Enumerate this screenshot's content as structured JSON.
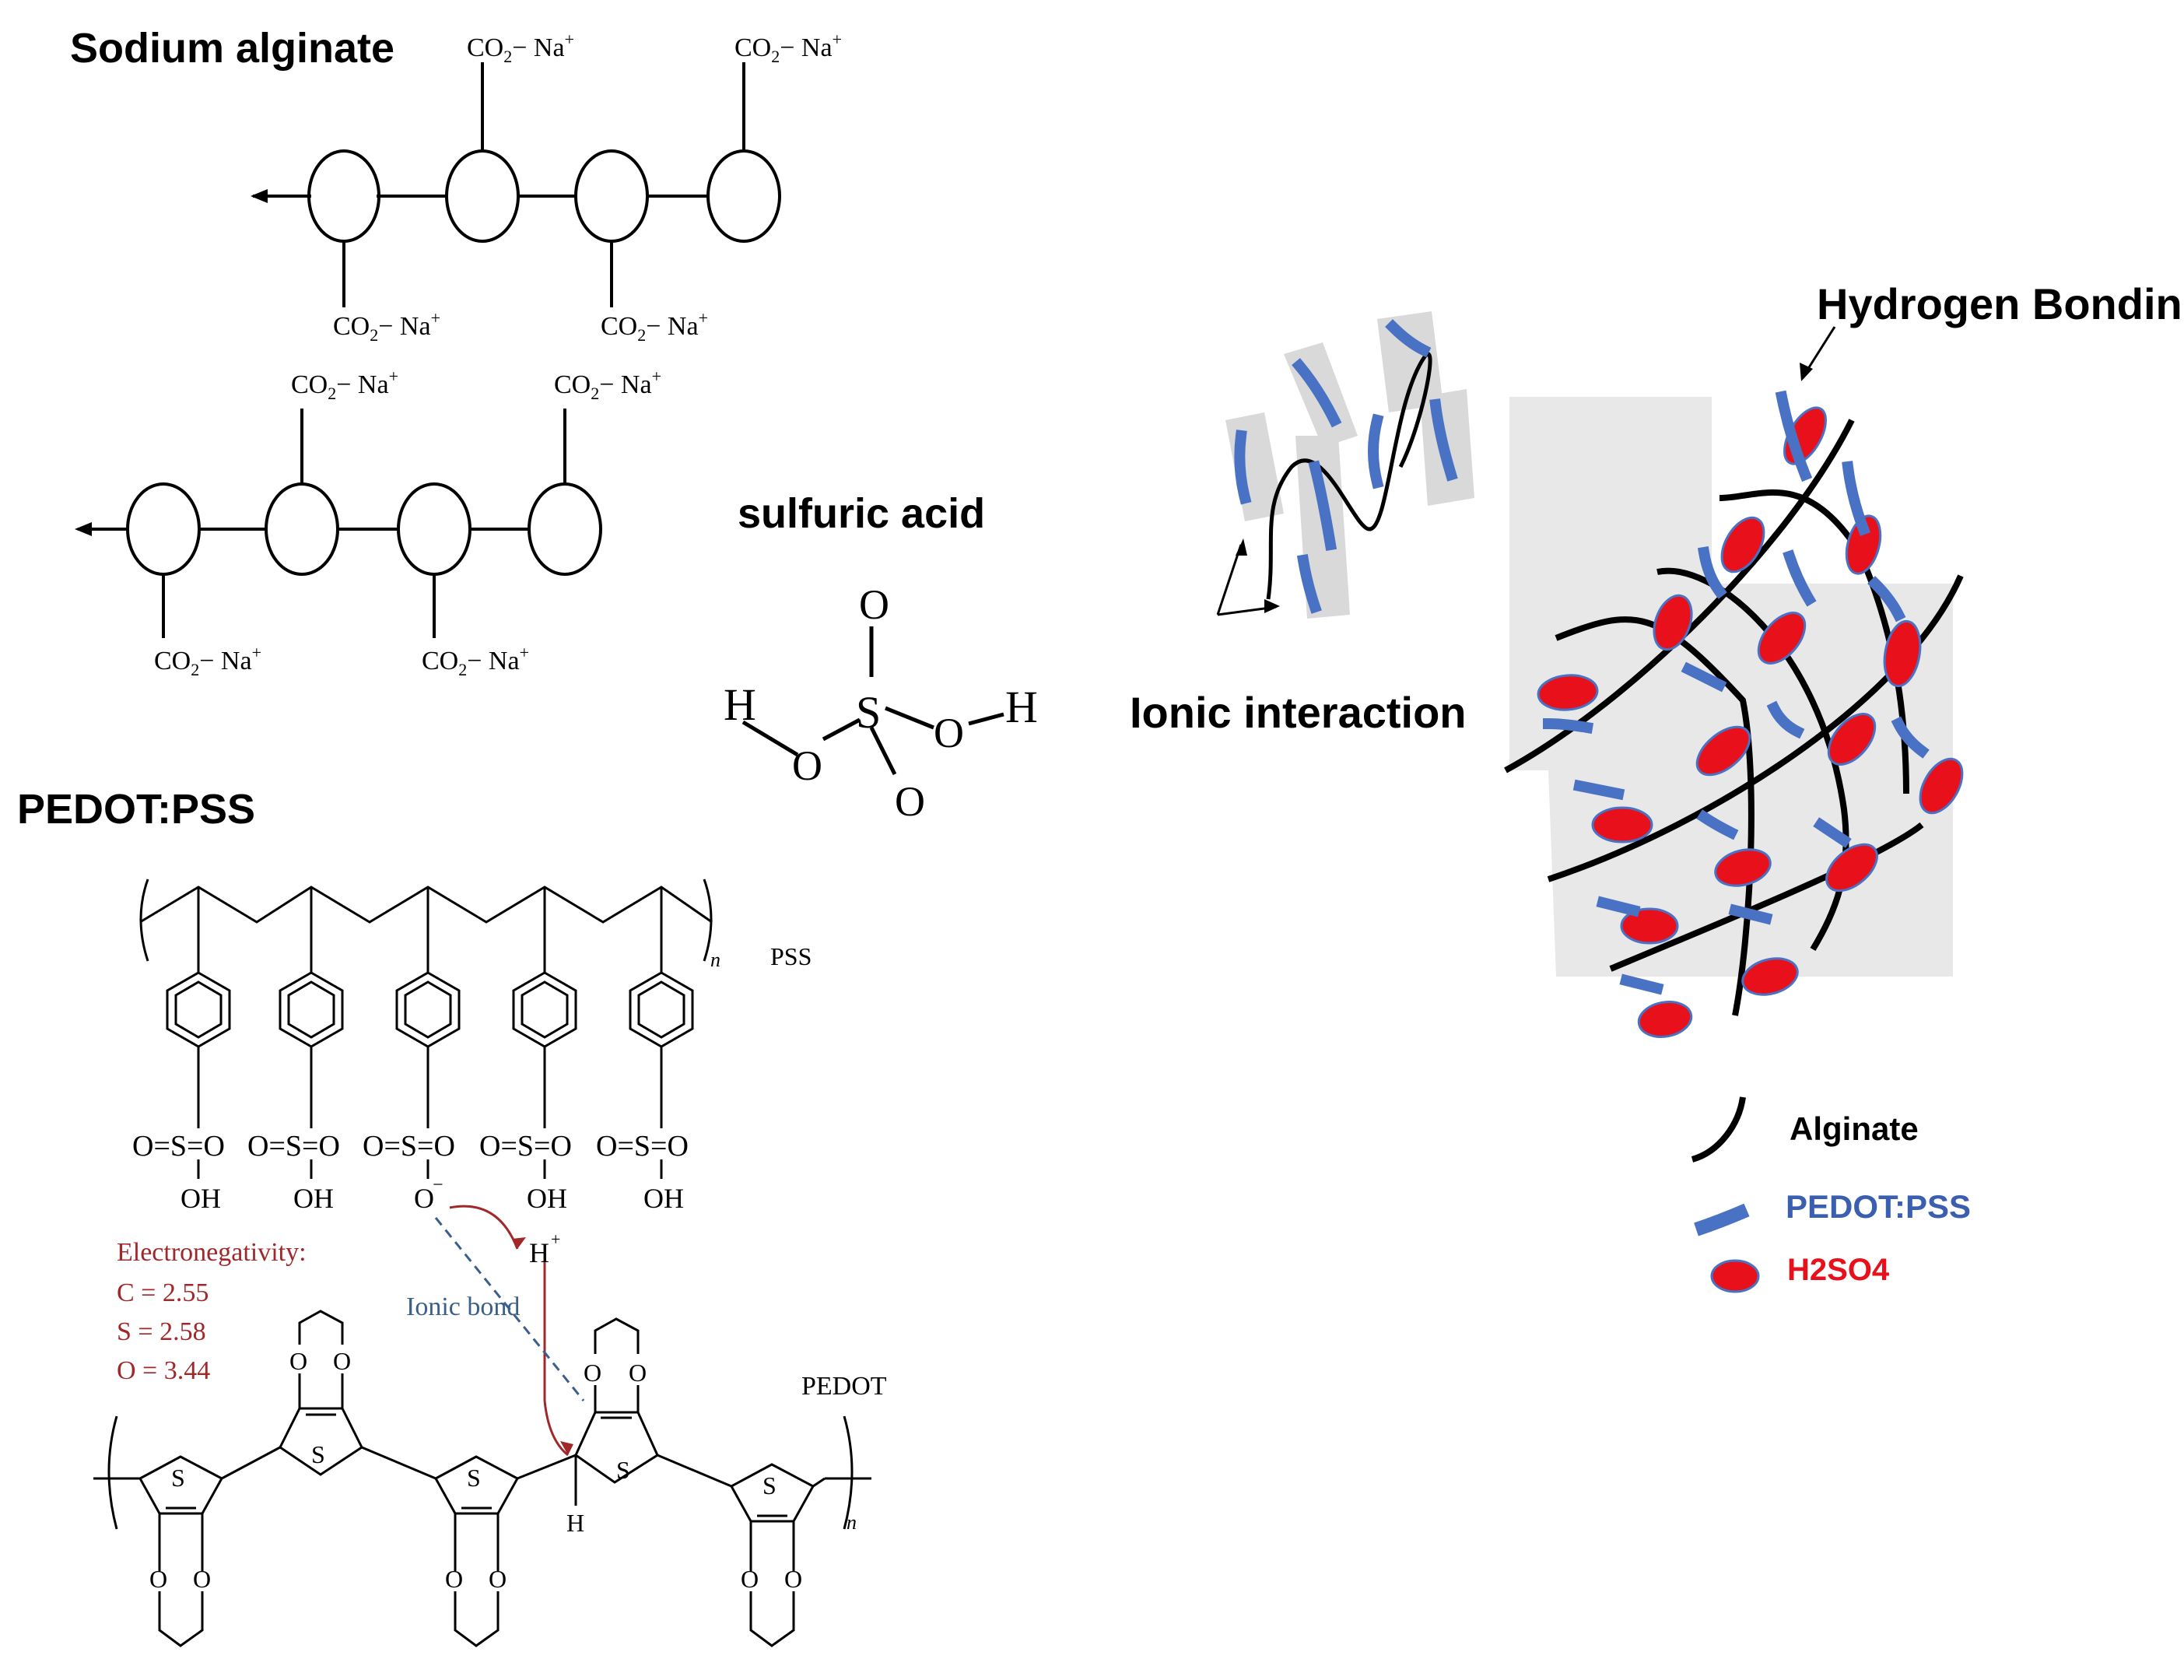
{
  "titles": {
    "sodium_alginate": "Sodium alginate",
    "sulfuric_acid": "sulfuric acid",
    "pedot_pss": "PEDOT:PSS",
    "ionic_interaction": "Ionic interaction",
    "hydrogen_bonding": "Hydrogen Bonding"
  },
  "alginate": {
    "carboxylate": "CO",
    "carboxylate_sub": "2",
    "carboxylate_charge": "− Na",
    "carboxylate_plus": "+"
  },
  "sulfuric": {
    "h": "H",
    "o": "O",
    "s": "S"
  },
  "pedot_chem": {
    "pss_label": "PSS",
    "pedot_label": "PEDOT",
    "n": "n",
    "sulfonate": "O=S=O",
    "oh": "OH",
    "o_minus": "O",
    "h_plus": "H",
    "ionic_bond": "Ionic bond",
    "electronegativity_title": "Electronegativity:",
    "electronegativity_c": "C = 2.55",
    "electronegativity_s": "S = 2.58",
    "electronegativity_o": "O = 3.44",
    "s_atom": "S",
    "o_atom": "O",
    "h_atom": "H"
  },
  "legend": {
    "alginate": "Alginate",
    "pedot_pss": "PEDOT:PSS",
    "h2so4": "H2SO4",
    "colors": {
      "alginate": "#000000",
      "pedot_pss": "#4a72c4",
      "h2so4": "#e8101a"
    }
  }
}
